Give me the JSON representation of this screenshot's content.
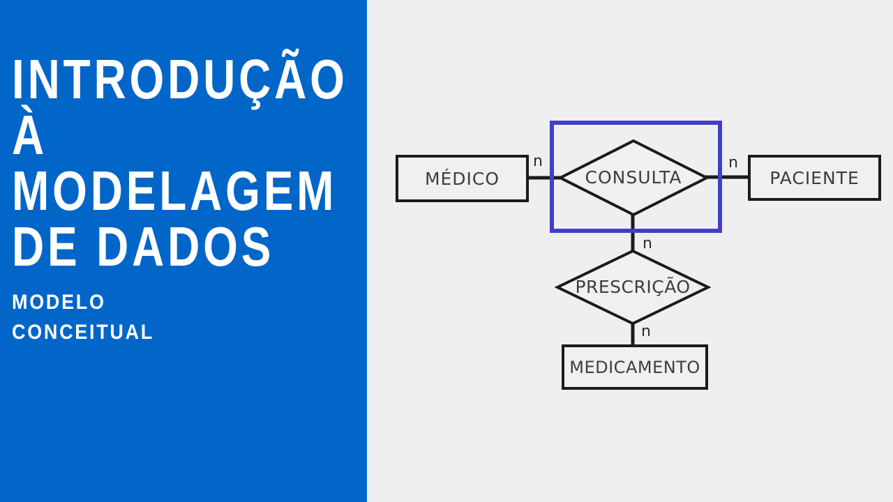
{
  "slide": {
    "title_lines": [
      "INTRODUÇÃO",
      "À",
      "MODELAGEM",
      "DE DADOS"
    ],
    "subtitle_lines": [
      "MODELO",
      "CONCEITUAL"
    ]
  },
  "colors": {
    "panel_blue": "#0266c8",
    "background_gray": "#efefef",
    "highlight_blue": "#3f3fca",
    "diagram_stroke": "#1b1b1b",
    "diagram_text": "#3d3d3d",
    "title_text": "#ffffff"
  },
  "diagram": {
    "entities": [
      {
        "label": "MÉDICO"
      },
      {
        "label": "PACIENTE"
      },
      {
        "label": "MEDICAMENTO"
      }
    ],
    "relationships": [
      {
        "label": "CONSULTA",
        "highlighted": true
      },
      {
        "label": "PRESCRIÇÃO",
        "highlighted": false
      }
    ],
    "cardinalities": [
      "n",
      "n",
      "n",
      "n"
    ]
  }
}
